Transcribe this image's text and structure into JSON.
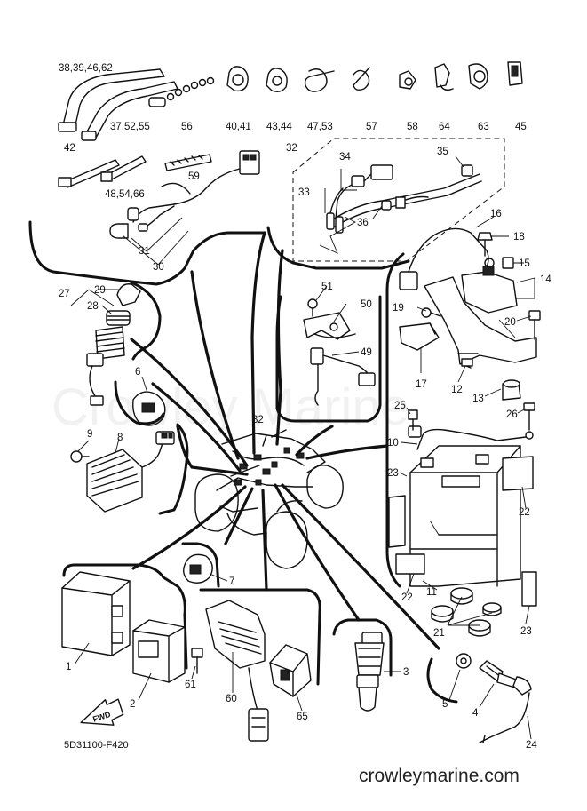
{
  "watermark": "Crowley Marine",
  "diagram_code": "5D31100-F420",
  "site_footer": "crowleymarine.com",
  "fwd_label": "FWD",
  "callouts": {
    "c_38_39_46_62": "38,39,46,62",
    "c_37_52_55": "37,52,55",
    "c_56": "56",
    "c_40_41": "40,41",
    "c_43_44": "43,44",
    "c_47_53": "47,53",
    "c_57": "57",
    "c_58": "58",
    "c_64": "64",
    "c_63": "63",
    "c_45": "45",
    "c_42": "42",
    "c_48_54_66": "48,54,66",
    "c_59": "59",
    "c_32_top": "32",
    "c_34": "34",
    "c_35": "35",
    "c_33": "33",
    "c_36": "36",
    "c_31": "31",
    "c_30": "30",
    "c_16": "16",
    "c_18": "18",
    "c_15": "15",
    "c_14": "14",
    "c_27": "27",
    "c_29": "29",
    "c_28": "28",
    "c_51": "51",
    "c_50": "50",
    "c_19": "19",
    "c_20": "20",
    "c_49": "49",
    "c_17": "17",
    "c_12": "12",
    "c_13": "13",
    "c_6": "6",
    "c_32_mid": "32",
    "c_25": "25",
    "c_26": "26",
    "c_9": "9",
    "c_8": "8",
    "c_10": "10",
    "c_23_left": "23",
    "c_22_right": "22",
    "c_7": "7",
    "c_22_left": "22",
    "c_11": "11",
    "c_21": "21",
    "c_23_right": "23",
    "c_1": "1",
    "c_61": "61",
    "c_60": "60",
    "c_3": "3",
    "c_2": "2",
    "c_65": "65",
    "c_5": "5",
    "c_4": "4",
    "c_24": "24"
  }
}
